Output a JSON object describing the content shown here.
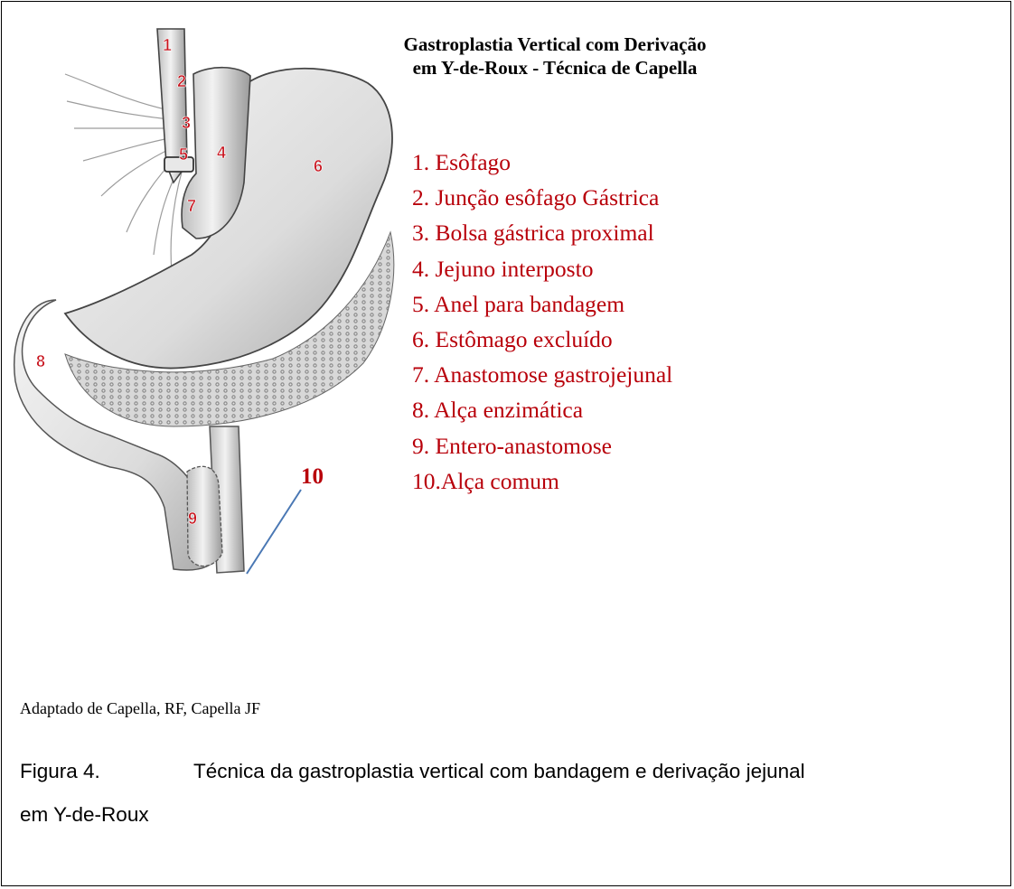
{
  "title": {
    "line1": "Gastroplastia Vertical com Derivação",
    "line2": "em Y-de-Roux  -  Técnica de Capella"
  },
  "legend": [
    "1.  Esôfago",
    "2.  Junção esôfago Gástrica",
    "3.  Bolsa gástrica proximal",
    "4.  Jejuno interposto",
    "5.  Anel para bandagem",
    "6.  Estômago excluído",
    "7.  Anastomose gastrojejunal",
    "8.  Alça enzimática",
    "9.  Entero-anastomose",
    "10.Alça comum"
  ],
  "markers": [
    "1",
    "2",
    "3",
    "4",
    "5",
    "6",
    "7",
    "8",
    "9",
    "10"
  ],
  "credit": "Adaptado de Capella, RF, Capella JF",
  "caption": {
    "number": "Figura 4.",
    "text_line1": "Técnica da gastroplastia vertical com  bandagem e derivação jejunal",
    "text_line2": "em Y-de-Roux"
  },
  "colors": {
    "legend_text": "#b8000a",
    "marker": "#c8141e",
    "pointer_line": "#4a78b4"
  }
}
